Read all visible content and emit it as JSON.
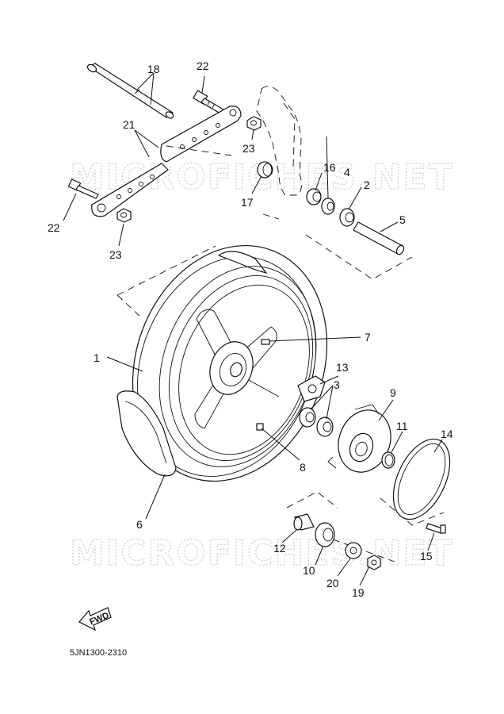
{
  "diagram": {
    "drawing_code": "5JN1300-2310",
    "fwd_label": "FWD",
    "watermark": "MICROFICHES.NET",
    "callouts": [
      "1",
      "2",
      "3",
      "4",
      "5",
      "6",
      "7",
      "8",
      "9",
      "10",
      "11",
      "12",
      "13",
      "14",
      "15",
      "16",
      "17",
      "18",
      "19",
      "20",
      "21",
      "22",
      "22",
      "23",
      "23"
    ]
  }
}
